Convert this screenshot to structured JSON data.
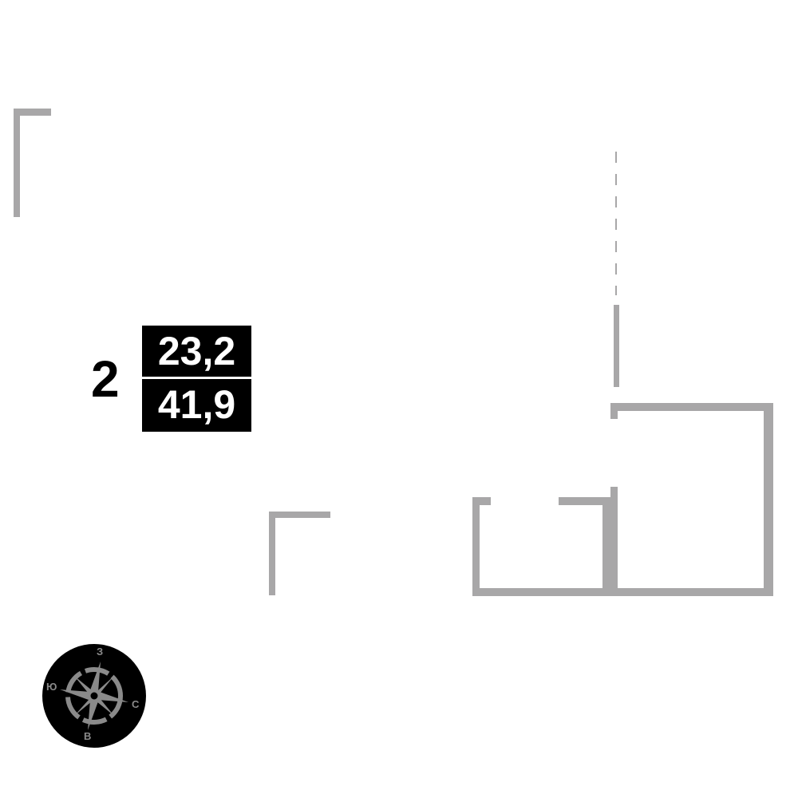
{
  "apartment": {
    "room_count": "2",
    "living_area": "23,2",
    "total_area": "41,9"
  },
  "compass": {
    "north": "С",
    "south": "Ю",
    "west": "З",
    "east": "В"
  },
  "colors": {
    "wall": "#a8a7a8",
    "label_bg": "#000000"
  }
}
